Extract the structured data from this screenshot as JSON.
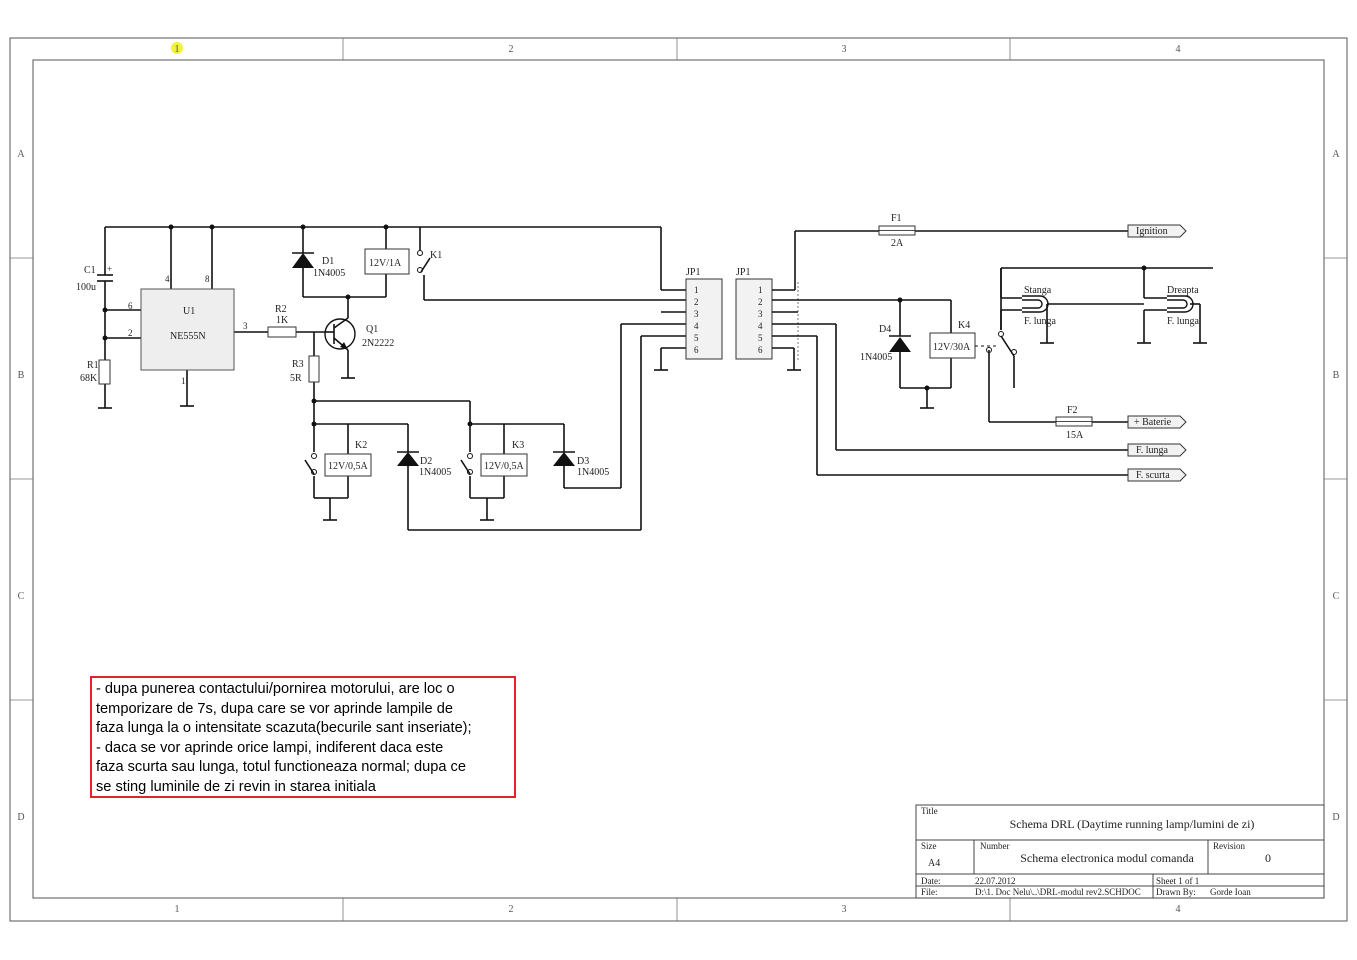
{
  "zones": {
    "columns": [
      "1",
      "2",
      "3",
      "4"
    ],
    "rows": [
      "A",
      "B",
      "C",
      "D"
    ],
    "highlight_color": "#f2f23a"
  },
  "components": {
    "c1": {
      "ref": "C1",
      "value": "100u"
    },
    "r1": {
      "ref": "R1",
      "value": "68K"
    },
    "u1": {
      "ref": "U1",
      "value": "NE555N",
      "pin6": "6",
      "pin2": "2",
      "pin3": "3",
      "pin4": "4",
      "pin8": "8",
      "pin1": "1"
    },
    "r2": {
      "ref": "R2",
      "value": "1K"
    },
    "r3": {
      "ref": "R3",
      "value": "5R"
    },
    "q1": {
      "ref": "Q1",
      "value": "2N2222"
    },
    "d1": {
      "ref": "D1",
      "value": "1N4005"
    },
    "k1": {
      "ref": "K1",
      "coil": "12V/1A"
    },
    "k2": {
      "ref": "K2",
      "coil": "12V/0,5A"
    },
    "d2": {
      "ref": "D2",
      "value": "1N4005"
    },
    "k3": {
      "ref": "K3",
      "coil": "12V/0,5A"
    },
    "d3": {
      "ref": "D3",
      "value": "1N4005"
    },
    "jp1_left": {
      "ref": "JP1",
      "pins": [
        "1",
        "2",
        "3",
        "4",
        "5",
        "6"
      ]
    },
    "jp1_right": {
      "ref": "JP1",
      "pins": [
        "1",
        "2",
        "3",
        "4",
        "5",
        "6"
      ]
    },
    "f1": {
      "ref": "F1",
      "value": "2A"
    },
    "f2": {
      "ref": "F2",
      "value": "15A"
    },
    "d4": {
      "ref": "D4",
      "value": "1N4005"
    },
    "k4": {
      "ref": "K4",
      "coil": "12V/30A"
    },
    "lamp_left": {
      "name": "Stanga",
      "label": "F. lunga"
    },
    "lamp_right": {
      "name": "Dreapta",
      "label": "F. lunga"
    }
  },
  "ports": {
    "ignition": "Ignition",
    "baterie": "+ Baterie",
    "f_lunga": "F. lunga",
    "f_scurta": "F. scurta"
  },
  "note": {
    "lines": [
      "- dupa punerea contactului/pornirea motorului, are loc o",
      "temporizare de 7s, dupa care se vor aprinde lampile de",
      "faza lunga la o intensitate scazuta(becurile sant inseriate);",
      "- daca se vor aprinde orice lampi, indiferent daca este",
      "faza scurta sau lunga, totul functioneaza normal; dupa ce",
      "se sting luminile de zi revin in starea initiala"
    ],
    "border_color": "#e0242a"
  },
  "title_block": {
    "title_caption": "Title",
    "title": "Schema DRL (Daytime running lamp/lumini de zi)",
    "size_caption": "Size",
    "size": "A4",
    "number_caption": "Number",
    "number": "Schema electronica modul comanda",
    "revision_caption": "Revision",
    "revision": "0",
    "date_caption": "Date:",
    "date": "22.07.2012",
    "sheet": "Sheet  1 of 1",
    "file_caption": "File:",
    "file": "D:\\1. Doc Nelu\\..\\DRL-modul rev2.SCHDOC",
    "drawn_caption": "Drawn By:",
    "drawn_by": "Gorde Ioan"
  }
}
